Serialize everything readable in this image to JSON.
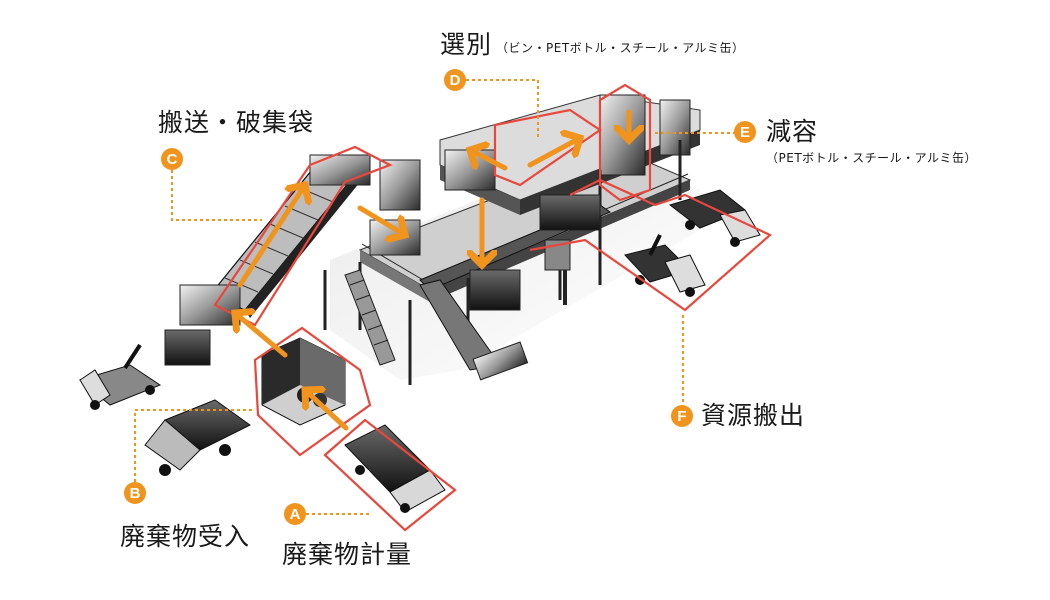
{
  "title": "資源化施設 処理フロー",
  "colors": {
    "accent_orange": "#f0941e",
    "area_outline_red": "#e8473c",
    "leader_line_orange": "#f0941e",
    "machinery_gray": "#5a5a5a"
  },
  "stages": [
    {
      "id": "A",
      "badge": "A",
      "label": "廃棄物計量",
      "sub": ""
    },
    {
      "id": "B",
      "badge": "B",
      "label": "廃棄物受入",
      "sub": ""
    },
    {
      "id": "C",
      "badge": "C",
      "label": "搬送・破集袋",
      "sub": ""
    },
    {
      "id": "D",
      "badge": "D",
      "label": "選別",
      "sub": "（ビン・PETボトル・スチール・アルミ缶）"
    },
    {
      "id": "E",
      "badge": "E",
      "label": "減容",
      "sub": "（PETボトル・スチール・アルミ缶）"
    },
    {
      "id": "F",
      "badge": "F",
      "label": "資源搬出",
      "sub": ""
    }
  ]
}
